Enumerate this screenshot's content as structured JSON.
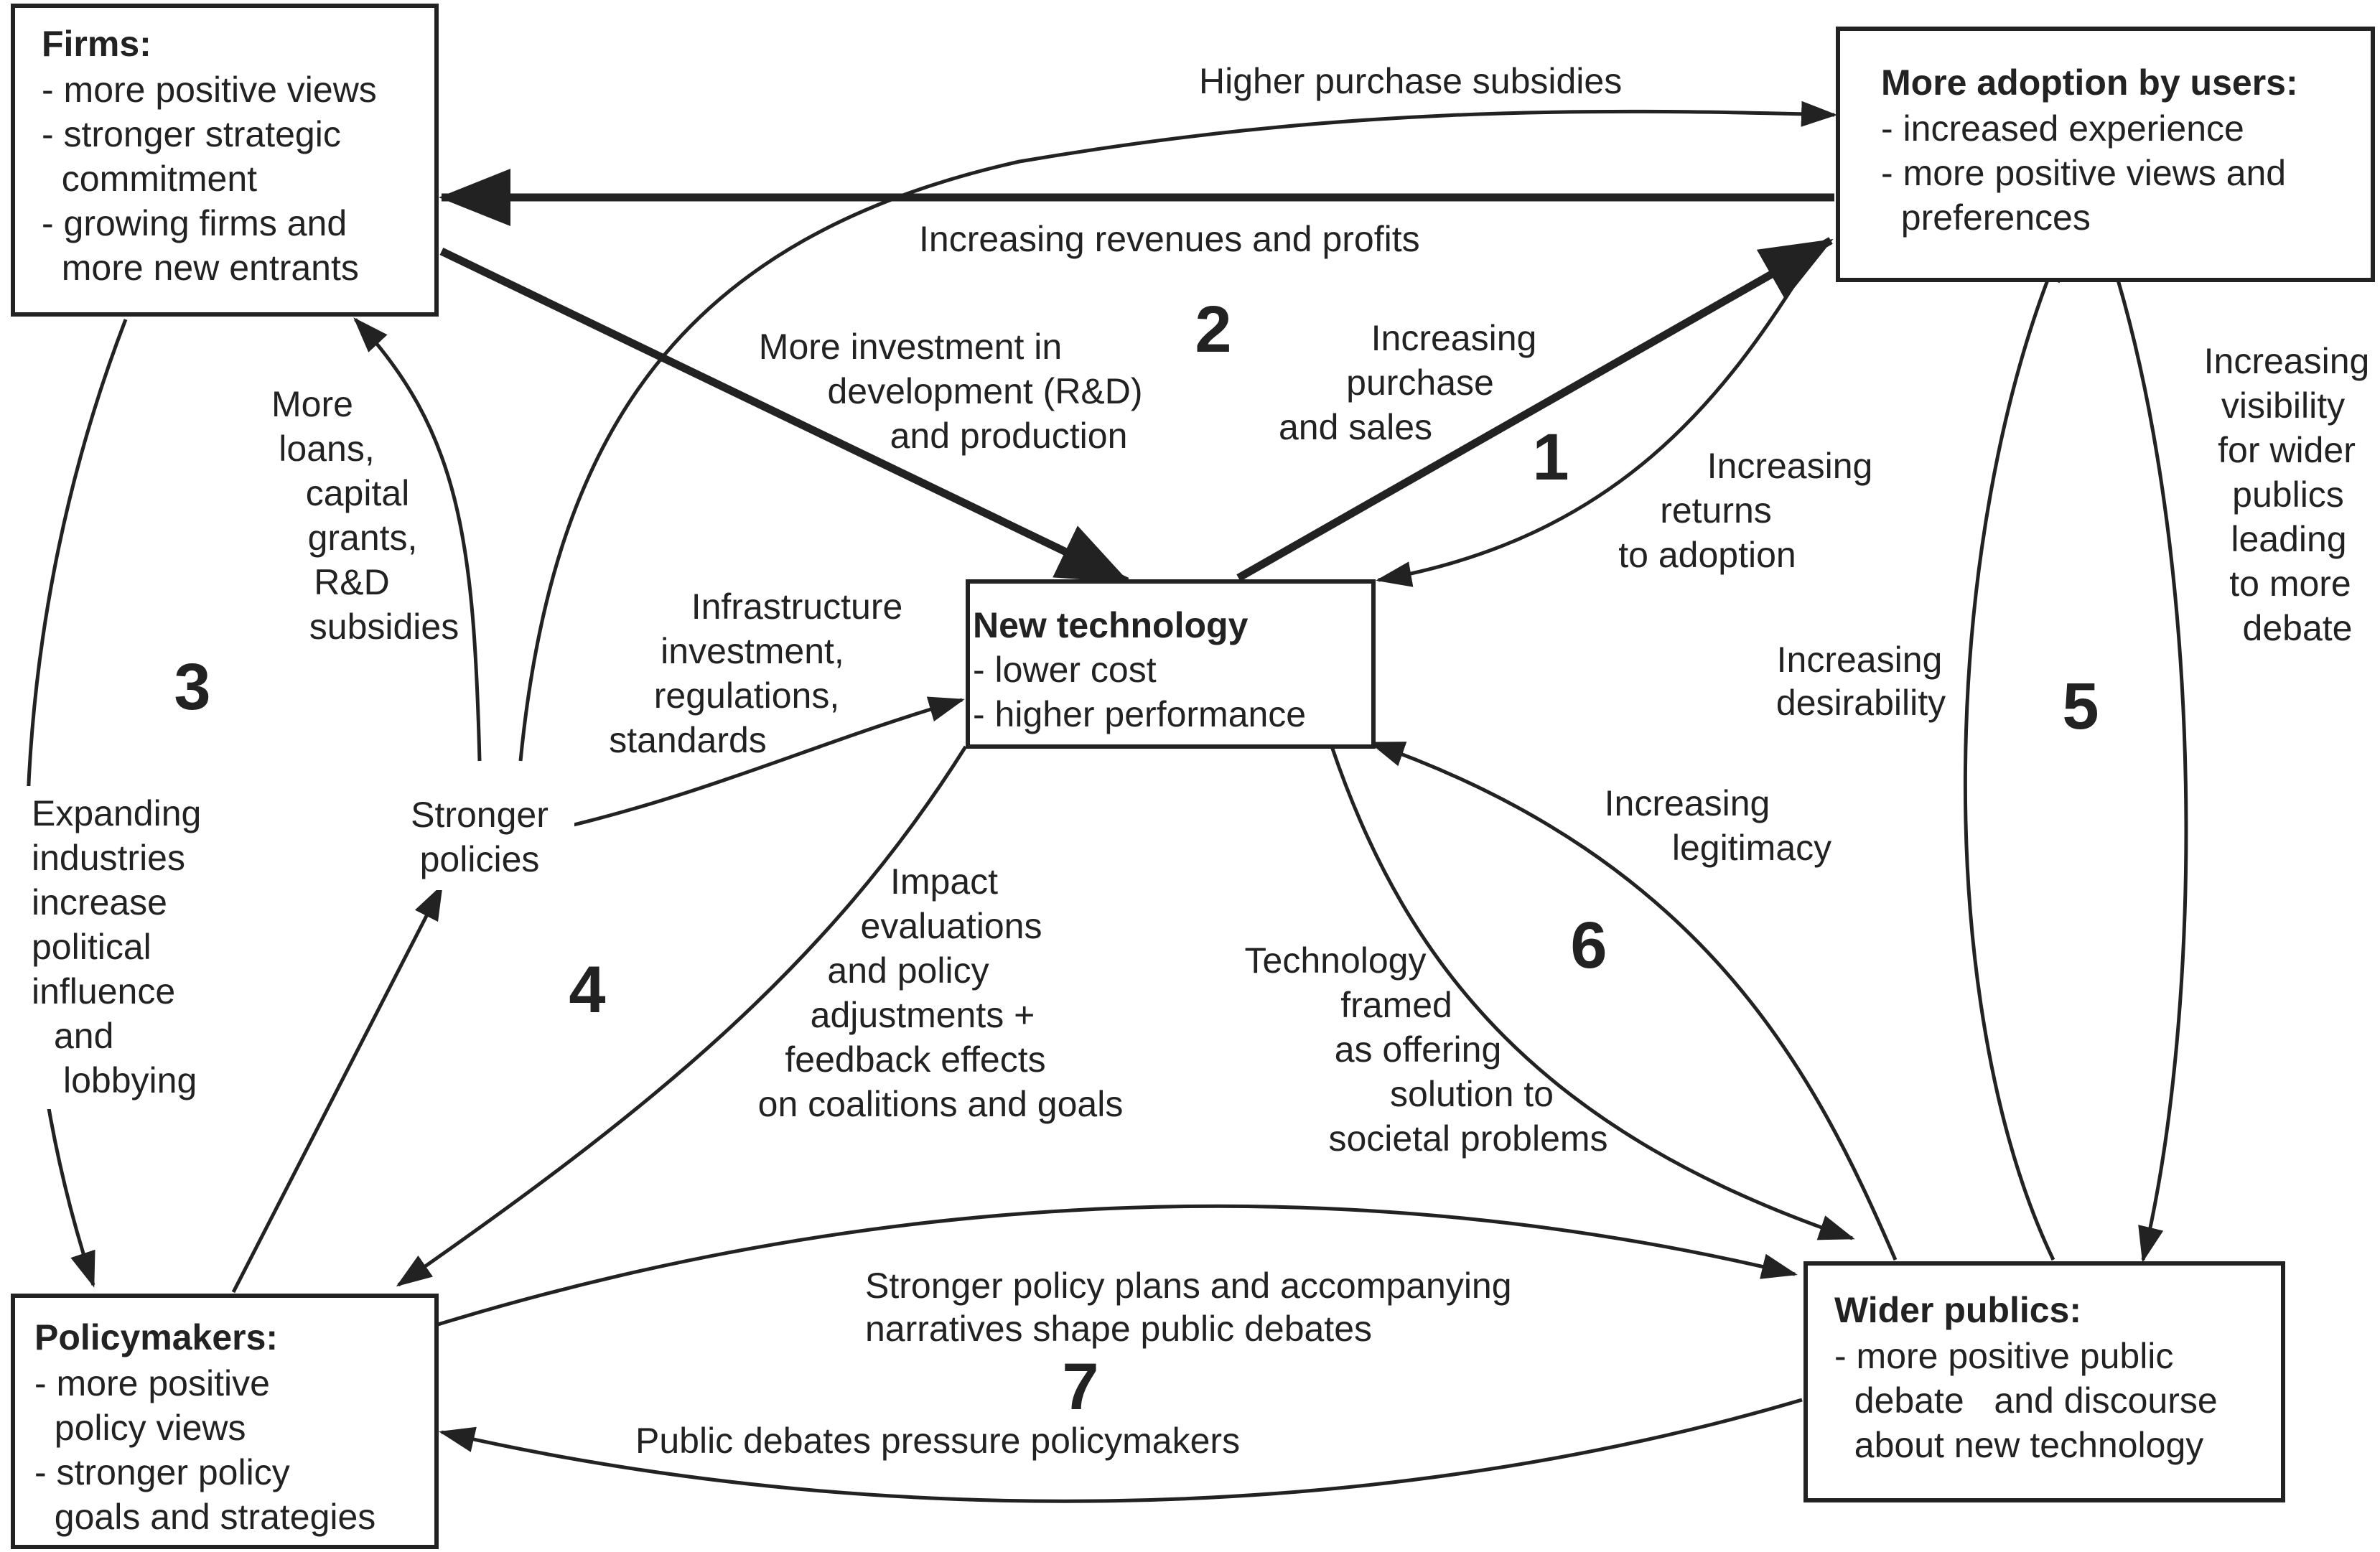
{
  "nodes": {
    "firms": {
      "title": "Firms:",
      "lines": [
        "- more positive views",
        "- stronger strategic",
        "  commitment",
        "- growing firms and",
        "  more new entrants"
      ]
    },
    "adoption": {
      "title": "More adoption by users:",
      "lines": [
        "- increased experience",
        "- more positive views and",
        "  preferences"
      ]
    },
    "technology": {
      "title": "New technology",
      "lines": [
        "- lower cost",
        "- higher performance"
      ]
    },
    "policymakers": {
      "title": "Policymakers:",
      "lines": [
        "- more positive",
        "  policy views",
        "- stronger policy",
        "  goals and strategies"
      ]
    },
    "publics": {
      "title": "Wider publics:",
      "lines": [
        "- more positive public",
        "  debate   and discourse",
        "  about new technology"
      ]
    },
    "stronger_policies": {
      "lines": [
        "Stronger",
        "policies"
      ]
    }
  },
  "edge_labels": {
    "higher_subsidies": [
      "Higher purchase subsidies"
    ],
    "revenues": [
      "Increasing revenues and profits"
    ],
    "rd_investment": [
      "More investment in",
      "development (R&D)",
      "and production"
    ],
    "purchase_sales": [
      "Increasing",
      "purchase",
      "and sales"
    ],
    "returns": [
      "Increasing",
      "returns",
      "to adoption"
    ],
    "loans": [
      "More",
      "loans,",
      "capital",
      "grants,",
      "R&D",
      "subsidies"
    ],
    "infrastructure": [
      "Infrastructure",
      "investment,",
      "regulations,",
      "standards"
    ],
    "visibility": [
      "Increasing",
      "visibility",
      "for wider",
      "publics",
      "leading",
      "to more",
      "debate"
    ],
    "desirability": [
      "Increasing",
      "desirability"
    ],
    "legitimacy": [
      "Increasing",
      "legitimacy"
    ],
    "expanding": [
      "Expanding",
      "industries",
      "increase",
      "political",
      "influence",
      "and",
      "lobbying"
    ],
    "impact": [
      "Impact",
      "evaluations",
      "and policy",
      "adjustments +",
      "feedback effects",
      "on coalitions and goals"
    ],
    "framed": [
      "Technology",
      "framed",
      "as offering",
      "solution to",
      "societal problems"
    ],
    "policy_plans": [
      "Stronger policy plans and accompanying",
      "narratives shape public debates"
    ],
    "pressure": [
      "Public debates pressure policymakers"
    ]
  },
  "loops": {
    "l1": "1",
    "l2": "2",
    "l3": "3",
    "l4": "4",
    "l5": "5",
    "l6": "6",
    "l7": "7"
  }
}
